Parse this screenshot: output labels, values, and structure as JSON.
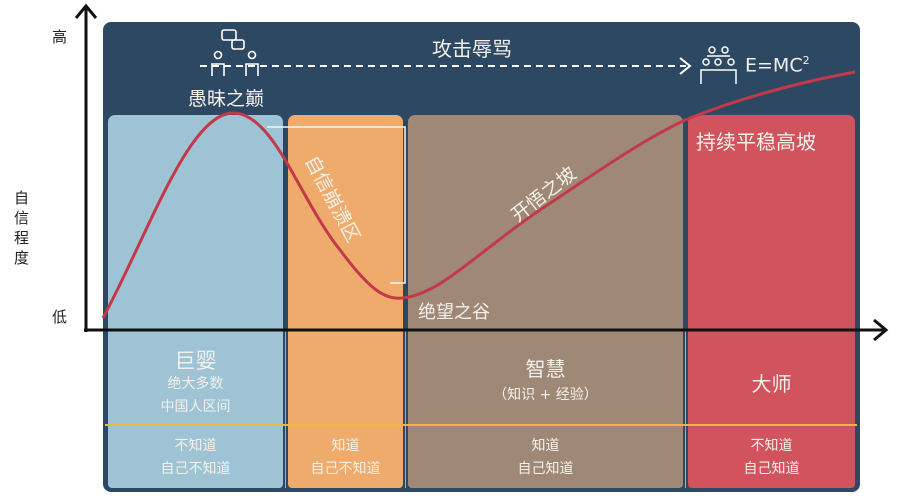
{
  "axis": {
    "y_high": "高",
    "y_low": "低",
    "y_label": "自信程度"
  },
  "top": {
    "attack_label": "攻击辱骂",
    "peak_label": "愚昧之巅",
    "formula": "E=MC",
    "formula_sup": "2",
    "peak_icon": "two-people-chatting-icon",
    "group_icon": "group-of-people-icon"
  },
  "curve_labels": {
    "collapse": "自信崩溃区",
    "valley": "绝望之谷",
    "slope": "开悟之坡",
    "plateau": "持续平稳高坡"
  },
  "columns": [
    {
      "title": "巨婴",
      "sub1": "绝大多数",
      "sub2": "中国人区间",
      "know1": "不知道",
      "know2": "自己不知道",
      "color": "#9dc3d5"
    },
    {
      "title": "",
      "sub1": "",
      "sub2": "",
      "know1": "知道",
      "know2": "自己不知道",
      "color": "#efab6c"
    },
    {
      "title": "智慧",
      "sub1": "（知识 + 经验）",
      "sub2": "",
      "know1": "知道",
      "know2": "自己知道",
      "color": "#a08877"
    },
    {
      "title": "大师",
      "sub1": "",
      "sub2": "",
      "know1": "不知道",
      "know2": "自己知道",
      "color": "#d0535d"
    }
  ],
  "colors": {
    "navy": "#2d4862",
    "curve": "#c23a4a",
    "divider": "#f2b544"
  }
}
